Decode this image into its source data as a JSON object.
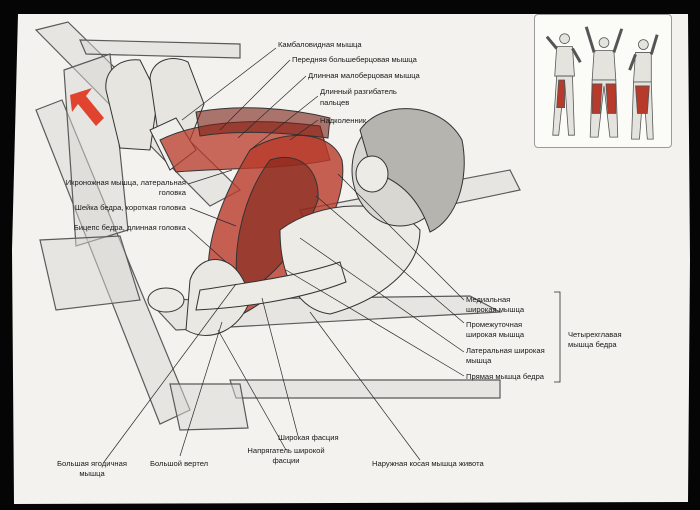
{
  "diagram": {
    "labels_top": {
      "soleus": "Камбаловидная мышца",
      "tibialis_anterior": "Передняя большеберцовая мышца",
      "peroneus_longus": "Длинная малоберцовая мышца",
      "extensor_digitorum_1": "Длинный разгибатель",
      "extensor_digitorum_2": "пальцев",
      "patella": "Надколенник"
    },
    "labels_left": {
      "gastrocnemius_1": "Икроножная мышца, латеральная",
      "gastrocnemius_2": "головка",
      "biceps_short": "Шейка бедра, короткая головка",
      "biceps_long": "Бицепс бедра, длинная головка"
    },
    "labels_right": {
      "vastus_medialis_1": "Медиальная",
      "vastus_medialis_2": "широкая мышца",
      "vastus_intermedius_1": "Промежуточная",
      "vastus_intermedius_2": "широкая мышца",
      "vastus_lateralis_1": "Латеральная широкая",
      "vastus_lateralis_2": "мышца",
      "rectus_femoris": "Прямая мышца бедра"
    },
    "quadriceps_group": {
      "line1": "Четырехглавая",
      "line2": "мышца бедра"
    },
    "labels_bottom": {
      "gluteus_max_1": "Большая ягодичная",
      "gluteus_max_2": "мышца",
      "greater_trochanter": "Большой вертел",
      "tfl_1": "Напрягатель широкой",
      "tfl_2": "фасции",
      "fascia_lata": "Широкая фасция",
      "external_oblique": "Наружная косая мышца живота"
    },
    "colors": {
      "paper": "#f3f2ee",
      "frame": "#050505",
      "muscle": "#b83a2a",
      "muscle_dark": "#7a1f16",
      "arrow": "#e0442e",
      "line": "#2a2a2a"
    }
  }
}
